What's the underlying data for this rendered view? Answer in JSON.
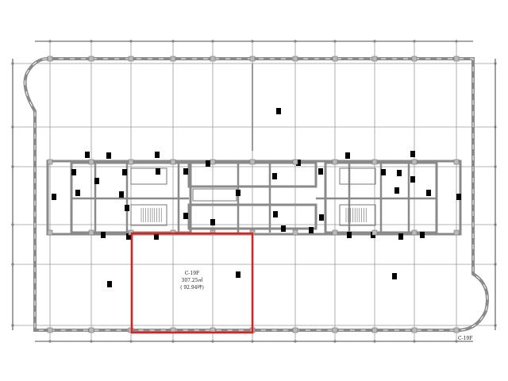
{
  "plan": {
    "unit_label": "C-19F",
    "unit_area": "307.25㎡",
    "unit_tsubo": "( 92.94坪)",
    "corner_label": "C-19F",
    "colors": {
      "wall": "#8a8a8a",
      "grid": "#9a9a9a",
      "dim": "#111111",
      "highlight": "#e02020",
      "tag": "#000000"
    }
  }
}
